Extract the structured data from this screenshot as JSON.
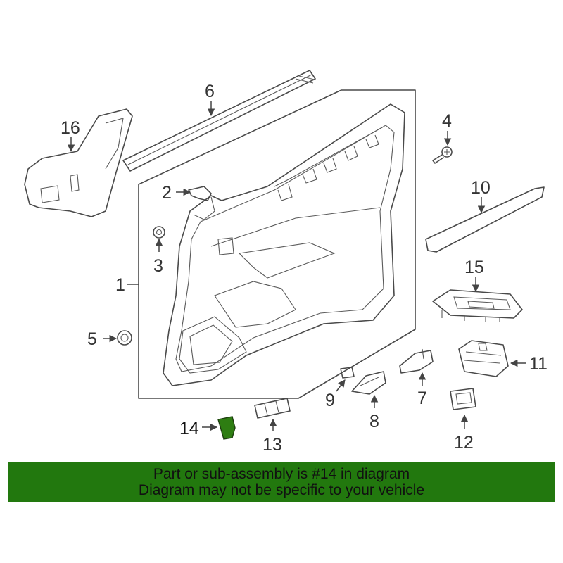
{
  "parts": [
    {
      "id": "p1",
      "label": "1"
    },
    {
      "id": "p2",
      "label": "2"
    },
    {
      "id": "p3",
      "label": "3"
    },
    {
      "id": "p4",
      "label": "4"
    },
    {
      "id": "p5",
      "label": "5"
    },
    {
      "id": "p6",
      "label": "6"
    },
    {
      "id": "p7",
      "label": "7"
    },
    {
      "id": "p8",
      "label": "8"
    },
    {
      "id": "p9",
      "label": "9"
    },
    {
      "id": "p10",
      "label": "10"
    },
    {
      "id": "p11",
      "label": "11"
    },
    {
      "id": "p12",
      "label": "12"
    },
    {
      "id": "p13",
      "label": "13"
    },
    {
      "id": "p14",
      "label": "14"
    },
    {
      "id": "p15",
      "label": "15"
    },
    {
      "id": "p16",
      "label": "16"
    }
  ],
  "highlight": {
    "part": "14",
    "fill_color": "#2e7d12"
  },
  "banner": {
    "background_color": "#22780e",
    "line1": "Part or sub-assembly is #14 in diagram",
    "line2": "Diagram may not be specific to your vehicle"
  }
}
